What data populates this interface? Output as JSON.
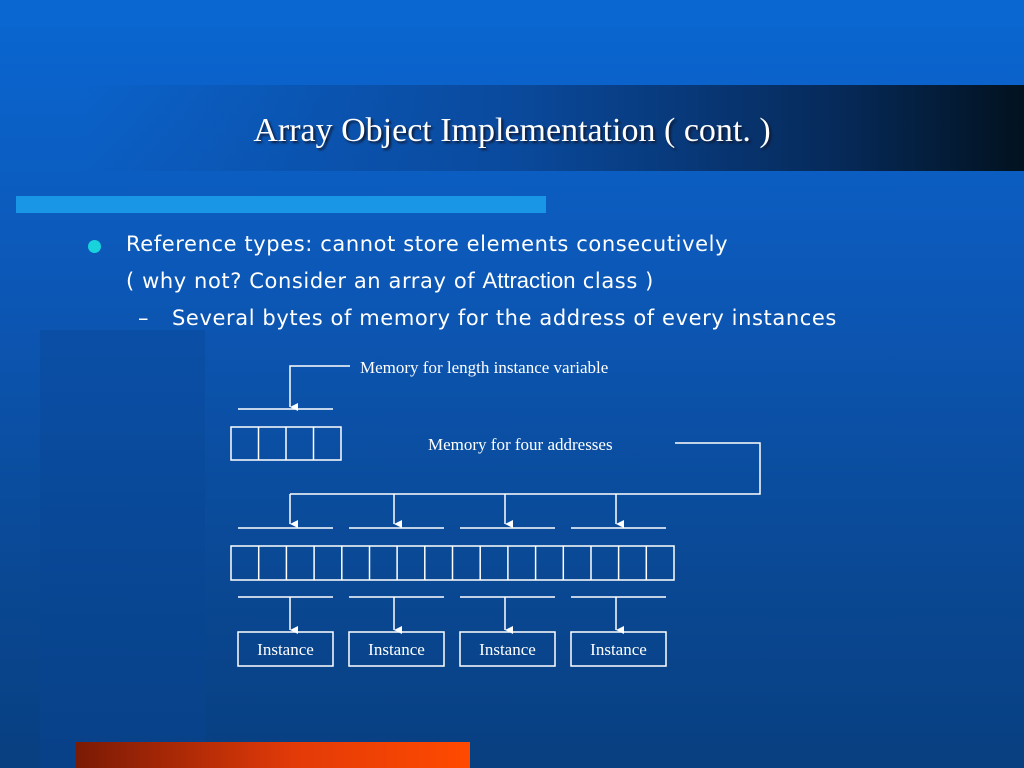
{
  "slide": {
    "title": "Array Object Implementation ( cont. )",
    "bullet_line1": "Reference types: cannot store elements consecutively",
    "bullet_line2_before": "( why not? Consider an array of ",
    "bullet_line2_class": "Attraction",
    "bullet_line2_after": " class )",
    "sub_dash": "–",
    "sub_bullet": "Several bytes of memory for the address of every instances"
  },
  "diagram": {
    "length_label": "Memory for length instance variable",
    "addresses_label": "Memory for four addresses",
    "instance_labels": [
      "Instance",
      "Instance",
      "Instance",
      "Instance"
    ]
  }
}
